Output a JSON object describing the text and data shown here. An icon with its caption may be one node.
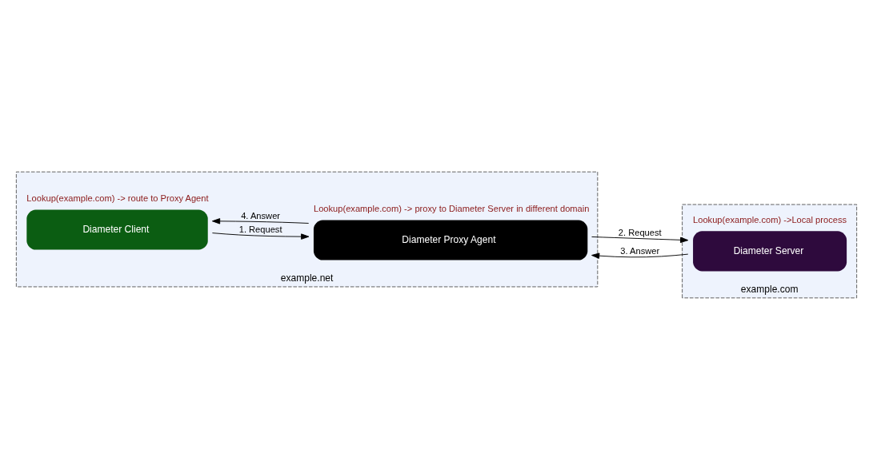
{
  "diagram": {
    "nodes": [
      {
        "text": [
          "example.net"
        ]
      },
      {
        "text": [
          "Diameter Client"
        ],
        "in": 0,
        "beside": [
          "Lookup(example.com) -> route to Proxy Agent"
        ]
      },
      {
        "text": [
          "Diameter Proxy Agent"
        ],
        "in": 0,
        "beside": [
          "Lookup(example.com) -> proxy to Diameter Server in different domain"
        ]
      },
      {
        "text": [
          "example.com"
        ]
      },
      {
        "text": [
          "Diameter Server"
        ],
        "in": 3,
        "beside": [
          "Lookup(example.com) ->Local process"
        ]
      }
    ],
    "edges": [
      {
        "from": 1,
        "to": 2,
        "arrow": "to",
        "label": "1. Request"
      },
      {
        "from": 2,
        "to": 1,
        "arrow": "to",
        "label": "4. Answer"
      },
      {
        "from": 2,
        "to": 4,
        "arrow": "to",
        "label": "2. Request"
      },
      {
        "from": 4,
        "to": 2,
        "arrow": "to",
        "label": "3. Answer"
      }
    ]
  }
}
